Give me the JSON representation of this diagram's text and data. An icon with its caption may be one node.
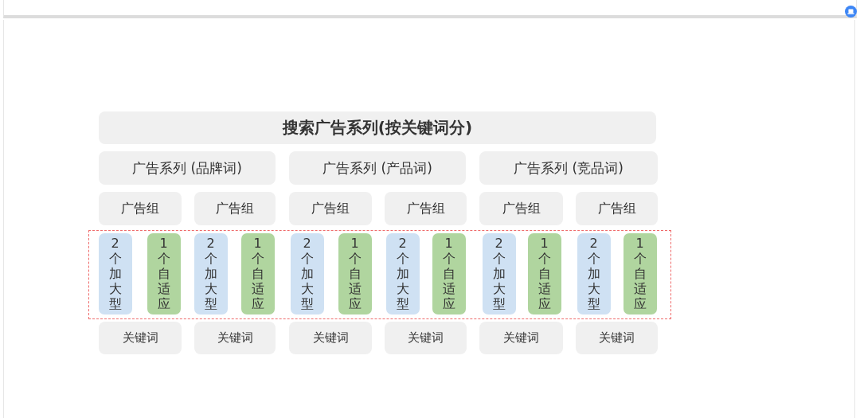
{
  "diagram": {
    "nodes": [
      {
        "text": [
          "搜索广告系列(按关键词分)"
        ]
      },
      {
        "text": [
          "广告系列 (品牌词)"
        ]
      },
      {
        "text": [
          "广告系列 (产品词)"
        ]
      },
      {
        "text": [
          "广告系列 (竞品词)"
        ]
      },
      {
        "text": [
          "广告组"
        ]
      },
      {
        "text": [
          "广告组"
        ]
      },
      {
        "text": [
          "广告组"
        ]
      },
      {
        "text": [
          "广告组"
        ]
      },
      {
        "text": [
          "广告组"
        ]
      },
      {
        "text": [
          "广告组"
        ]
      },
      {
        "text": [],
        "shape": "box"
      },
      {
        "text": [
          "2个加大型"
        ],
        "in": 10
      },
      {
        "text": [
          "1个自适应"
        ],
        "in": 10
      },
      {
        "text": [
          "2个加大型"
        ],
        "in": 10
      },
      {
        "text": [
          "1个自适应"
        ],
        "in": 10
      },
      {
        "text": [
          "2个加大型"
        ],
        "in": 10
      },
      {
        "text": [
          "1个自适应"
        ],
        "in": 10
      },
      {
        "text": [
          "2个加大型"
        ],
        "in": 10
      },
      {
        "text": [
          "1个自适应"
        ],
        "in": 10
      },
      {
        "text": [
          "2个加大型"
        ],
        "in": 10
      },
      {
        "text": [
          "1个自适应"
        ],
        "in": 10
      },
      {
        "text": [
          "2个加大型"
        ],
        "in": 10
      },
      {
        "text": [
          "1个自适应"
        ],
        "in": 10
      },
      {
        "text": [
          "关键词"
        ]
      },
      {
        "text": [
          "关键词"
        ]
      },
      {
        "text": [
          "关键词"
        ]
      },
      {
        "text": [
          "关键词"
        ]
      },
      {
        "text": [
          "关键词"
        ]
      },
      {
        "text": [
          "关键词"
        ]
      }
    ]
  }
}
